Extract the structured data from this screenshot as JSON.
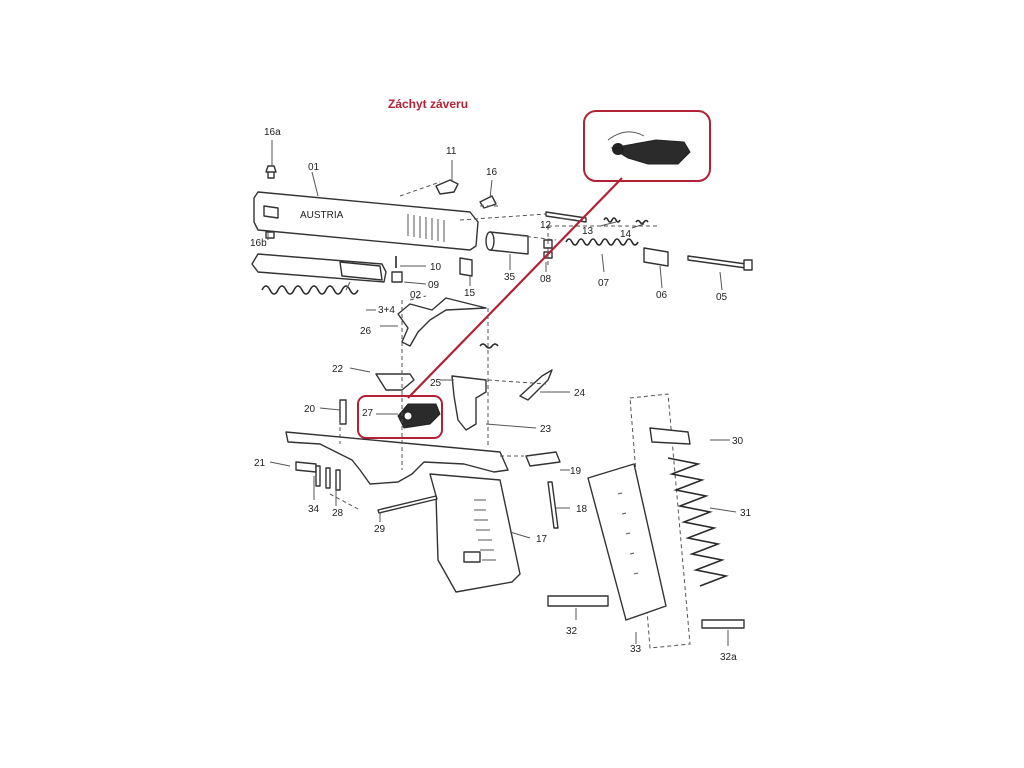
{
  "title": "Záchyt záveru",
  "highlight_color": "#b22234",
  "highlighted_part": "27",
  "labels": {
    "p16a": "16a",
    "p01": "01",
    "p11": "11",
    "p16": "16",
    "p16b": "16b",
    "p10": "10",
    "p09": "09",
    "p02": "02",
    "p34": "3+4",
    "p26": "26",
    "p12": "12",
    "p13": "13",
    "p14": "14",
    "p35": "35",
    "p15": "15",
    "p08": "08",
    "p07": "07",
    "p06": "06",
    "p05": "05",
    "p22": "22",
    "p25": "25",
    "p24": "24",
    "p20": "20",
    "p27": "27",
    "p23": "23",
    "p21": "21",
    "p19": "19",
    "p34b": "34",
    "p28": "28",
    "p18": "18",
    "p29": "29",
    "p17": "17",
    "p30": "30",
    "p31": "31",
    "p32": "32",
    "p33": "33",
    "p32a": "32a"
  },
  "slide_engraving": "AUSTRIA"
}
